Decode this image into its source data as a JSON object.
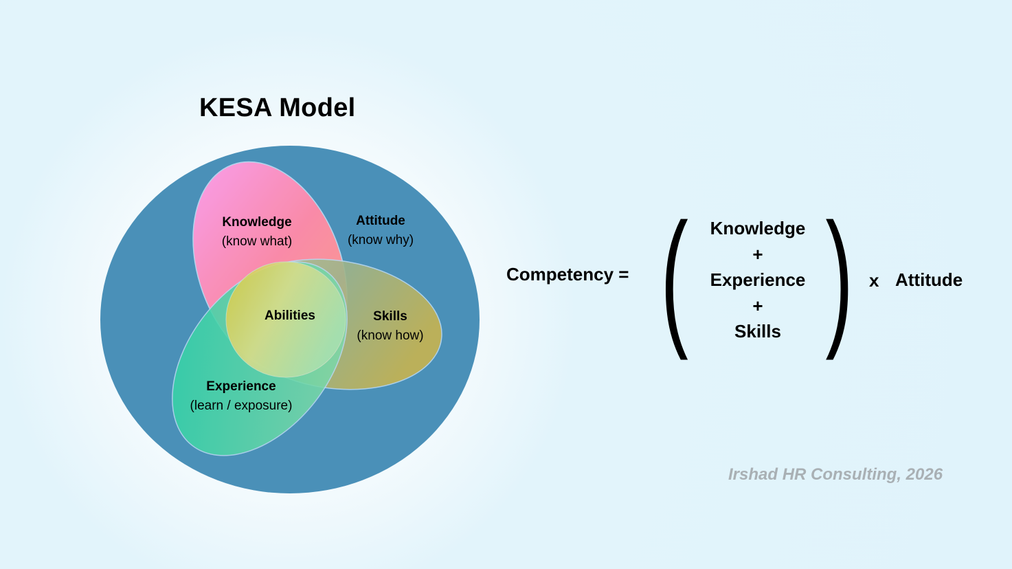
{
  "title": "KESA Model",
  "venn": {
    "knowledge": {
      "title": "Knowledge",
      "sub": "(know what)"
    },
    "attitude": {
      "title": "Attitude",
      "sub": "(know why)"
    },
    "skills": {
      "title": "Skills",
      "sub": "(know how)"
    },
    "experience": {
      "title": "Experience",
      "sub": "(learn / exposure)"
    },
    "abilities": {
      "title": "Abilities"
    }
  },
  "formula": {
    "lhs": "Competency =",
    "terms": [
      "Knowledge",
      "+",
      "Experience",
      "+",
      "Skills"
    ],
    "open_paren": "(",
    "close_paren": ")",
    "times": "x",
    "multiplier": "Attitude"
  },
  "credit": "Irshad HR Consulting, 2026",
  "colors": {
    "attitude": "#4a90b8",
    "knowledge": "#ff9ee8",
    "skills": "#c2b455",
    "experience": "#2fd3a8"
  }
}
